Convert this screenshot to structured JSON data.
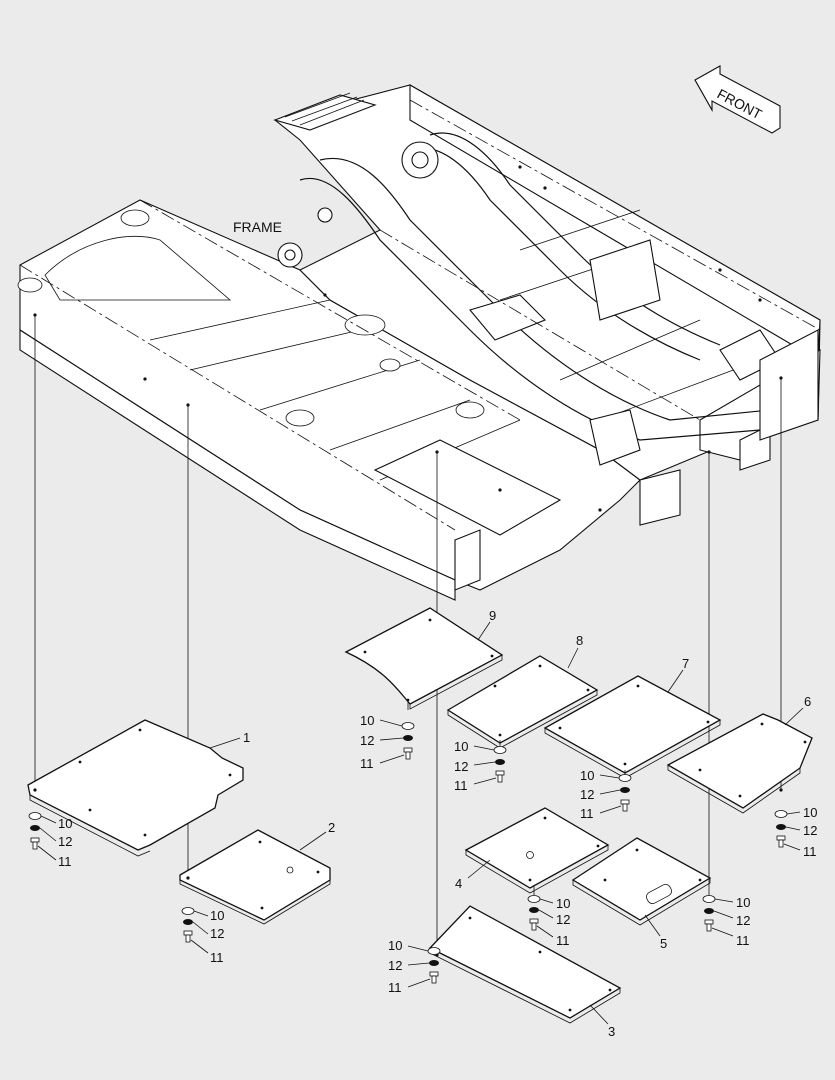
{
  "labels": {
    "frame": "FRAME",
    "front": "FRONT",
    "part1": "1",
    "part2": "2",
    "part3": "3",
    "part4": "4",
    "part5": "5",
    "part6": "6",
    "part7": "7",
    "part8": "8",
    "part9": "9",
    "washer": "10",
    "spring_washer": "12",
    "bolt": "11"
  },
  "colors": {
    "background": "#ebebeb",
    "line": "#111111",
    "fill": "#ffffff"
  }
}
